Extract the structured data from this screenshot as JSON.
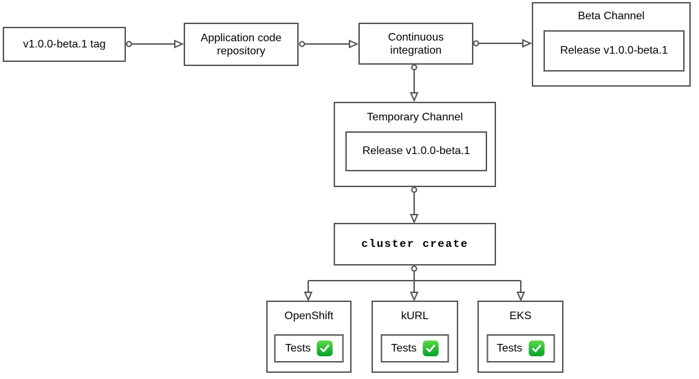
{
  "diagram": {
    "nodes": {
      "tag": {
        "label": "v1.0.0-beta.1 tag"
      },
      "repo": {
        "label": "Application code repository"
      },
      "ci": {
        "label": "Continuous integration"
      },
      "beta_channel": {
        "title": "Beta Channel",
        "release": "Release v1.0.0-beta.1"
      },
      "temporary_channel": {
        "title": "Temporary Channel",
        "release": "Release v1.0.0-beta.1"
      },
      "cluster_create": {
        "label": "cluster create"
      }
    },
    "clusters": [
      {
        "title": "OpenShift",
        "tests_label": "Tests",
        "status_icon": "check-mark-button"
      },
      {
        "title": "kURL",
        "tests_label": "Tests",
        "status_icon": "check-mark-button"
      },
      {
        "title": "EKS",
        "tests_label": "Tests",
        "status_icon": "check-mark-button"
      }
    ],
    "colors": {
      "stroke": "#545659",
      "background": "#ffffff",
      "text": "#000000",
      "check_green_top": "#64d94d",
      "check_green_bottom": "#0ea228",
      "check_mark": "#ffffff"
    }
  }
}
